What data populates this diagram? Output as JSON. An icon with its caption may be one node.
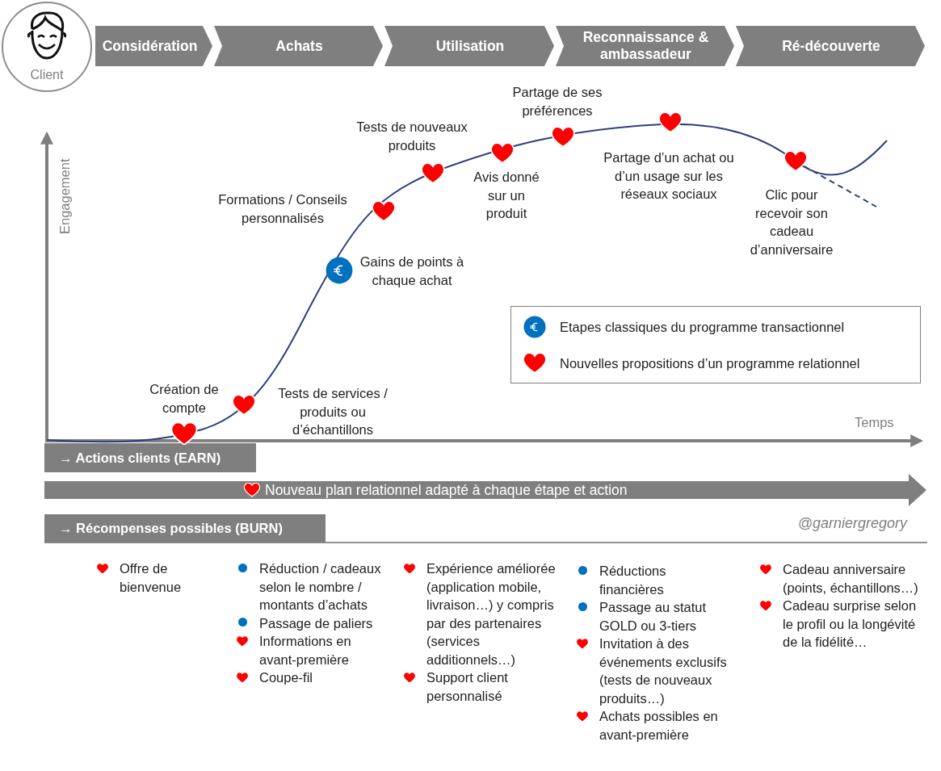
{
  "diagram": {
    "nodes": [
      {
        "text": [
          "Client"
        ]
      },
      {
        "text": [
          "Considération"
        ]
      },
      {
        "text": [
          "Achats"
        ]
      },
      {
        "text": [
          "Utilisation"
        ]
      },
      {
        "text": [
          "Reconnaissance & ambassadeur"
        ]
      },
      {
        "text": [
          "Ré-découverte"
        ]
      },
      {
        "text": [
          "→ Actions clients (EARN)"
        ]
      },
      {
        "text": [
          "Nouveau plan relationnel adapté à chaque étape et action"
        ]
      },
      {
        "text": [
          "→ Récompenses possibles (BURN)"
        ]
      }
    ],
    "labels": [
      "Engagement",
      "Partage de ses préférences",
      "Tests de nouveaux produits",
      "Avis donné sur un produit",
      "Partage d’un achat ou d’un usage sur les réseaux sociaux",
      "Formations / Conseils personnalisés",
      "Clic pour recevoir son cadeau d’anniversaire",
      "Gains de points à chaque achat",
      "Création de compte",
      "Tests de services / produits ou d’échantillons",
      "Temps",
      "@garniergregory",
      "Offre de bienvenue",
      "Réduction / cadeaux selon le nombre / montants d’achats",
      "Passage de paliers",
      "Informations en avant-première",
      "Coupe-fil",
      "Expérience améliorée (application mobile, livraison…) y compris par des partenaires (services additionnels…)",
      "Support client personnalisé",
      "Réductions financières",
      "Passage au statut GOLD ou 3-tiers",
      "Invitation à des événements exclusifs (tests de nouveaux produits…)",
      "Achats possibles en avant-première",
      "Cadeau anniversaire (points, échantillons…)",
      "Cadeau surprise selon le profil ou la longévité de la fidélité…"
    ],
    "legend": [
      {
        "text": "Etapes classiques du programme transactionnel"
      },
      {
        "text": "Nouvelles propositions d’un programme relationnel"
      }
    ]
  }
}
